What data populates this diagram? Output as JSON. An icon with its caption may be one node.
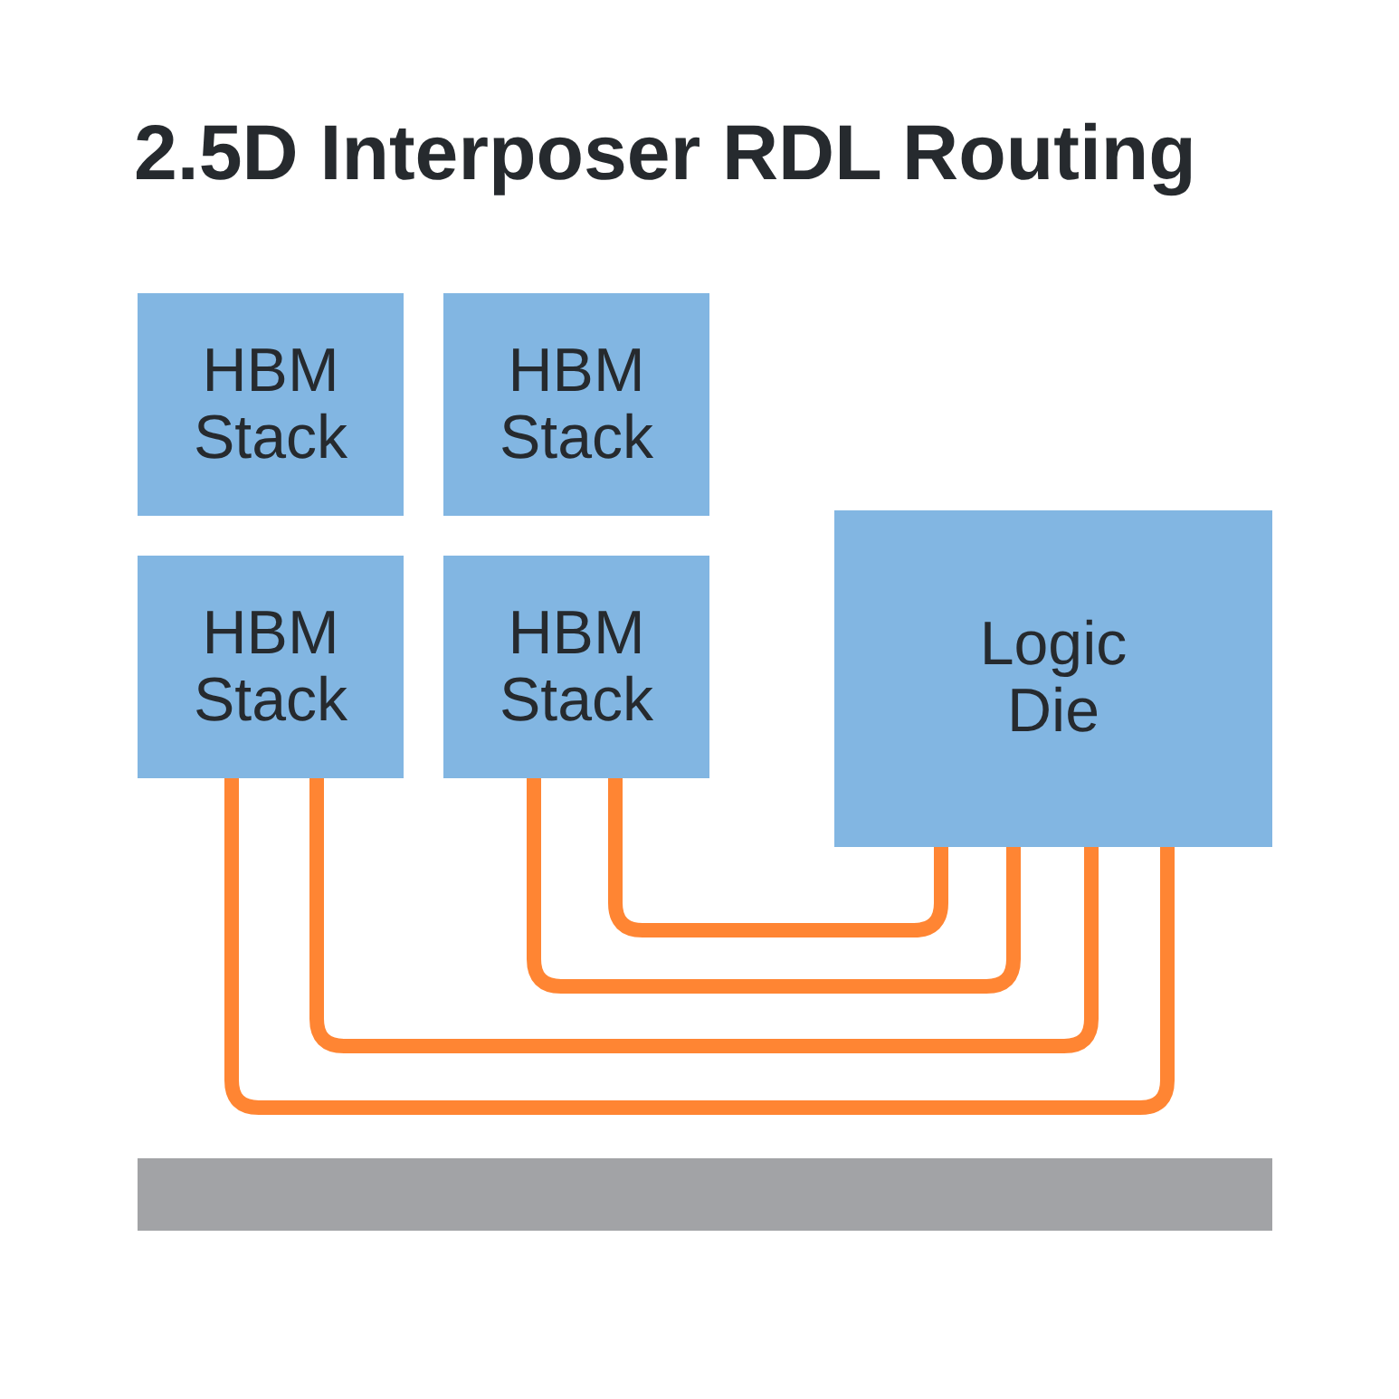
{
  "diagram": {
    "title": "2.5D Interposer RDL Routing",
    "nodes": [
      {
        "text": [
          "HBM Stack"
        ]
      },
      {
        "text": [
          "HBM Stack"
        ]
      },
      {
        "text": [
          "HBM Stack"
        ]
      },
      {
        "text": [
          "HBM Stack"
        ]
      },
      {
        "text": [
          "Logic Die"
        ]
      },
      {
        "text": [],
        "shape": "bar"
      }
    ],
    "edges": [
      {
        "from": 2,
        "to": 4,
        "arrow": "none"
      },
      {
        "from": 2,
        "to": 4,
        "arrow": "none"
      },
      {
        "from": 3,
        "to": 4,
        "arrow": "none"
      },
      {
        "from": 3,
        "to": 4,
        "arrow": "none"
      }
    ]
  }
}
